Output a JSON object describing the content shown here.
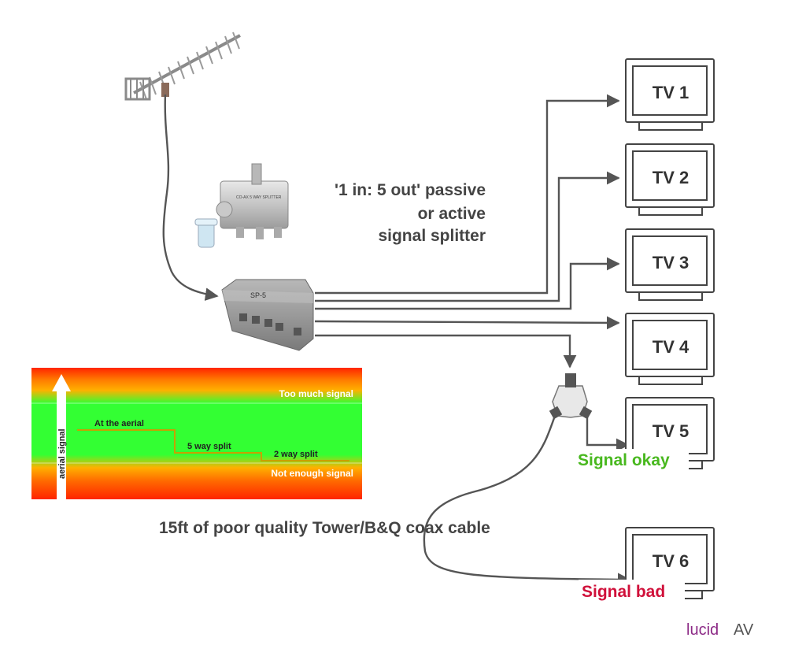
{
  "tvs": [
    "TV 1",
    "TV 2",
    "TV 3",
    "TV 4",
    "TV 5",
    "TV 6"
  ],
  "splitter_label": {
    "line1": "'1 in: 5 out' passive",
    "line2": "or active",
    "line3": "signal splitter"
  },
  "cable_label": "15ft of poor quality Tower/B&Q coax cable",
  "status": {
    "okay": "Signal okay",
    "bad": "Signal bad"
  },
  "signal_chart": {
    "axis_label": "aerial signal",
    "zone_top": "Too much signal",
    "zone_bottom": "Not enough signal",
    "steps": [
      "At the aerial",
      "5 way split",
      "2 way split"
    ]
  },
  "splitter_box_label": "SP-5",
  "small_splitter_label": "CO-AX 5 WAY SPLITTER",
  "brand": {
    "name1": "lucid",
    "name2": "AV"
  },
  "colors": {
    "ok": "#48b81e",
    "bad": "#d0103a",
    "brand": "#8c2a86",
    "cable": "#555555",
    "chart_red": "#ff2a00",
    "chart_green": "#33ff33",
    "step_line": "#c8a000"
  }
}
